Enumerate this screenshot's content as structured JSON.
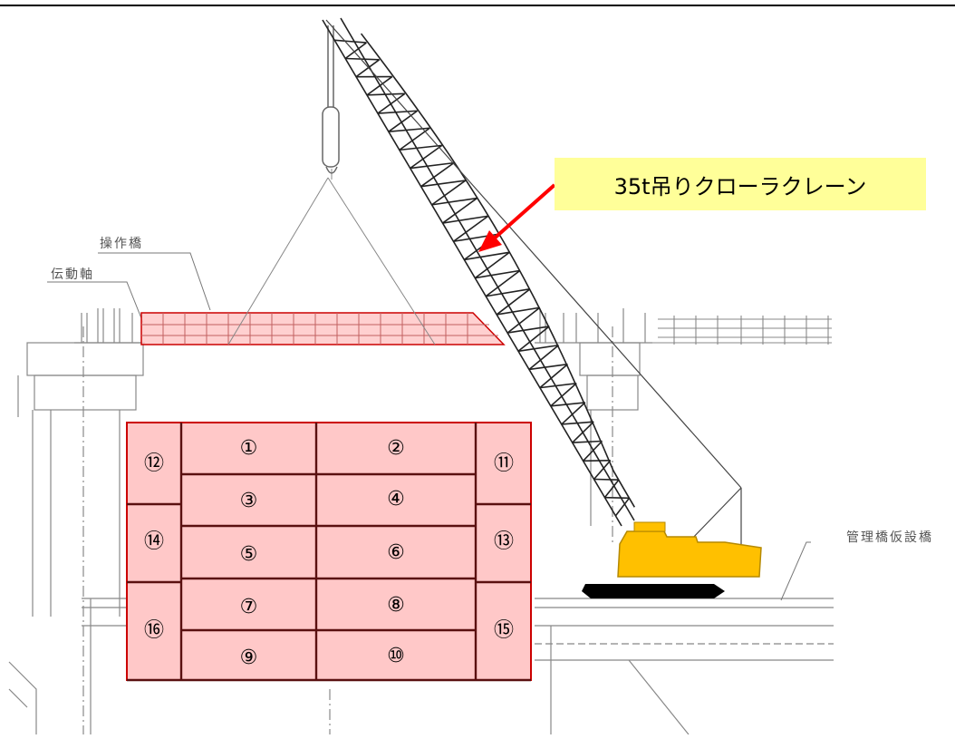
{
  "callout": {
    "text": "35t吊りクローラクレーン",
    "bg": "#ffff99",
    "arrow_color": "#ff0000"
  },
  "labels": {
    "operation_bridge": "操作橋",
    "drive_shaft": "伝動軸",
    "temp_bridge": "管理橋仮設橋"
  },
  "gate_panels": [
    "①",
    "②",
    "③",
    "④",
    "⑤",
    "⑥",
    "⑦",
    "⑧",
    "⑨",
    "⑩",
    "⑪",
    "⑫",
    "⑬",
    "⑭",
    "⑮",
    "⑯"
  ],
  "colors": {
    "panel_fill": "#ffc8c8",
    "panel_border": "#cc0000",
    "crane_body": "#ffc000",
    "track": "#000000",
    "drawing_line": "#888888"
  }
}
